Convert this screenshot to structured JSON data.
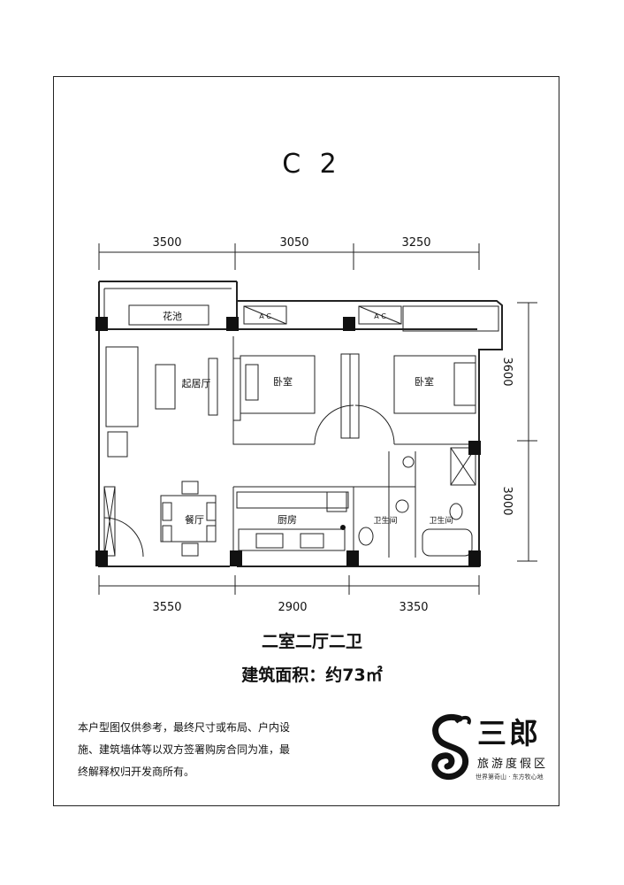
{
  "plan": {
    "code": "C 2",
    "dims_top": [
      "3500",
      "3050",
      "3250"
    ],
    "dims_bottom": [
      "3550",
      "2900",
      "3350"
    ],
    "dims_right": [
      "3600",
      "3000"
    ],
    "rooms": {
      "planter": "花池",
      "living": "起居厅",
      "bedroom_1": "卧室",
      "bedroom_2": "卧室",
      "dining": "餐厅",
      "kitchen": "厨房",
      "bath_1": "卫生间",
      "bath_2": "卫生间",
      "ac_label_1": "A  C",
      "ac_label_2": "A  C"
    }
  },
  "summary": {
    "layout": "二室二厅二卫",
    "area": "建筑面积：约73㎡"
  },
  "disclaimer": "本户型图仅供参考，最终尺寸或布局、户内设施、建筑墙体等以双方签署购房合同为准，最终解释权归开发商所有。",
  "logo": {
    "brand": "三郎",
    "tagline": "旅游度假区",
    "slogan": "世界第奇山 · 东方牧心地"
  }
}
